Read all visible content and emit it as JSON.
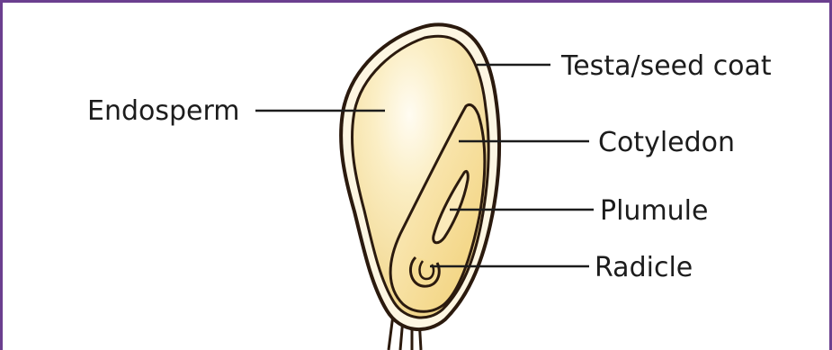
{
  "labels": {
    "testa": "Testa/seed coat",
    "endosperm": "Endosperm",
    "cotyledon": "Cotyledon",
    "plumule": "Plumule",
    "radicle": "Radicle"
  },
  "colors": {
    "frame": "#6b3f8f",
    "outline": "#2b1a0e",
    "endosperm_fill": "#f6e3a6",
    "embryo_fill": "#f2d27e",
    "highlight": "#fffaf0"
  }
}
